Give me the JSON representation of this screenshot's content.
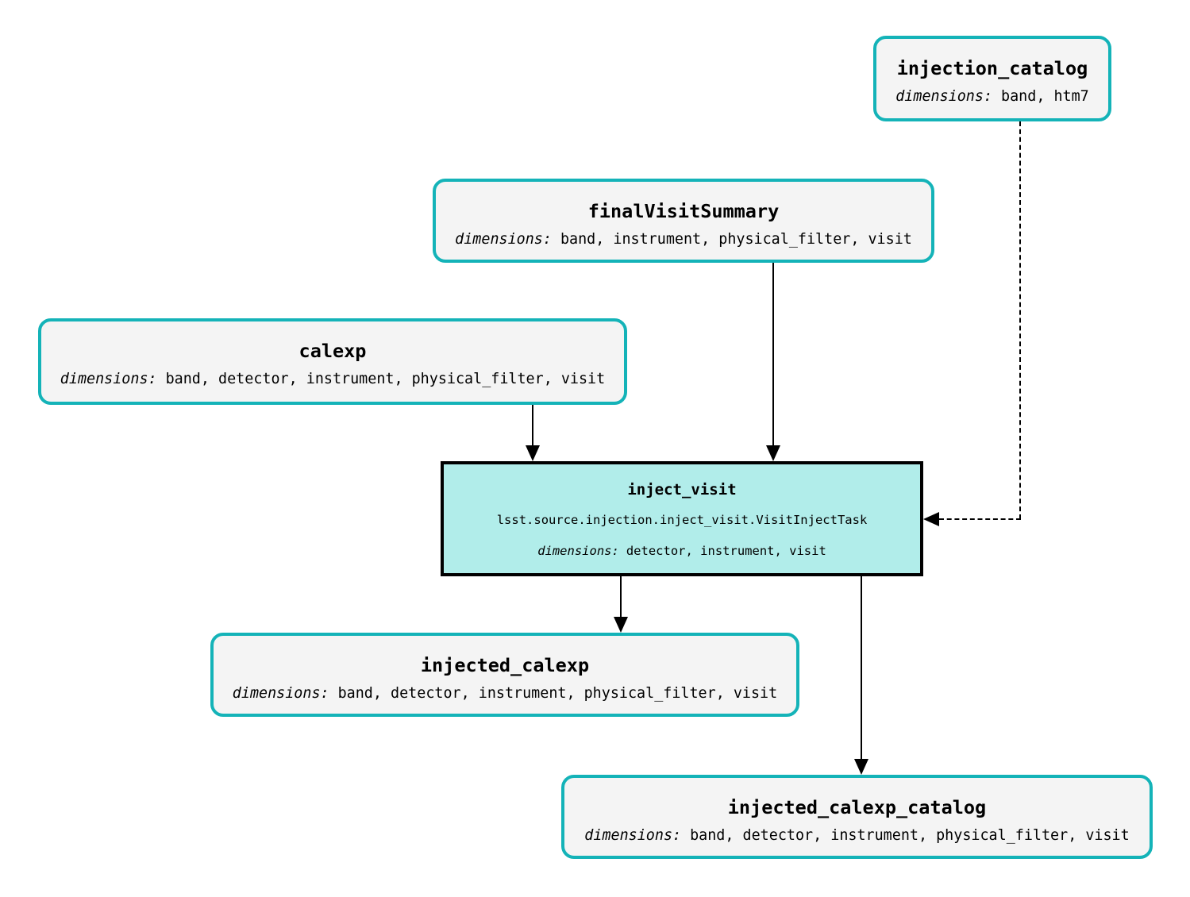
{
  "diagram": {
    "type": "pipeline-flowchart",
    "colors": {
      "background": "#ffffff",
      "dataset_border": "#14b3b8",
      "dataset_fill": "#f4f4f4",
      "task_border": "#000000",
      "task_fill": "#b1edea",
      "text": "#000000",
      "edge": "#000000"
    },
    "nodes": {
      "injection_catalog": {
        "title": "injection_catalog",
        "dimensions_label": "dimensions:",
        "dimensions": "band, htm7",
        "kind": "dataset"
      },
      "finalVisitSummary": {
        "title": "finalVisitSummary",
        "dimensions_label": "dimensions:",
        "dimensions": "band, instrument, physical_filter, visit",
        "kind": "dataset"
      },
      "calexp": {
        "title": "calexp",
        "dimensions_label": "dimensions:",
        "dimensions": "band, detector, instrument, physical_filter, visit",
        "kind": "dataset"
      },
      "inject_visit": {
        "title": "inject_visit",
        "task_class": "lsst.source.injection.inject_visit.VisitInjectTask",
        "dimensions_label": "dimensions:",
        "dimensions": "detector, instrument, visit",
        "kind": "task"
      },
      "injected_calexp": {
        "title": "injected_calexp",
        "dimensions_label": "dimensions:",
        "dimensions": "band, detector, instrument, physical_filter, visit",
        "kind": "dataset"
      },
      "injected_calexp_catalog": {
        "title": "injected_calexp_catalog",
        "dimensions_label": "dimensions:",
        "dimensions": "band, detector, instrument, physical_filter, visit",
        "kind": "dataset"
      }
    },
    "edges": [
      {
        "from": "calexp",
        "to": "inject_visit",
        "style": "solid"
      },
      {
        "from": "finalVisitSummary",
        "to": "inject_visit",
        "style": "solid"
      },
      {
        "from": "injection_catalog",
        "to": "inject_visit",
        "style": "dashed"
      },
      {
        "from": "inject_visit",
        "to": "injected_calexp",
        "style": "solid"
      },
      {
        "from": "inject_visit",
        "to": "injected_calexp_catalog",
        "style": "solid"
      }
    ]
  }
}
